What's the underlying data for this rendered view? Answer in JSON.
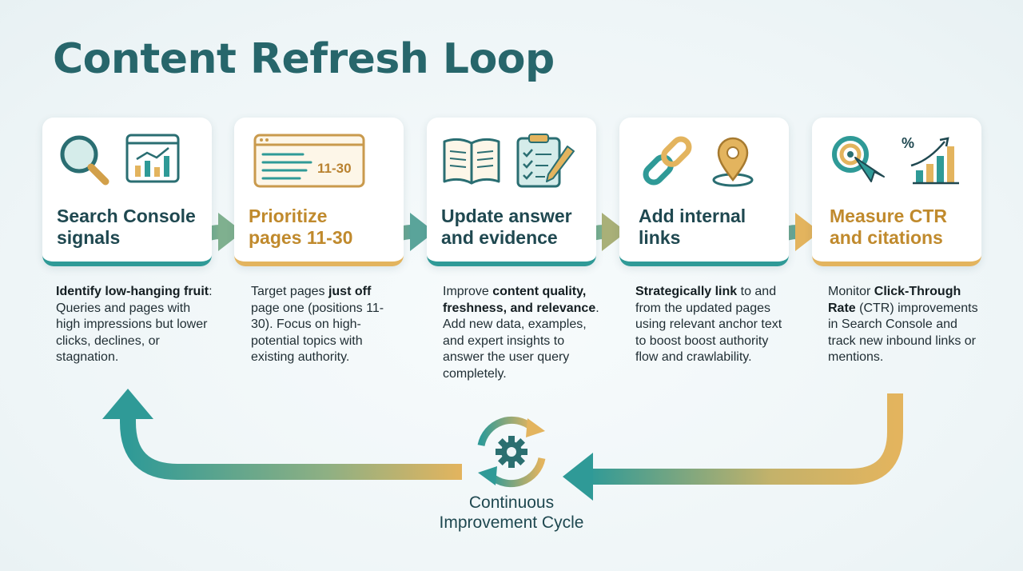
{
  "title": "Content Refresh Loop",
  "steps": [
    {
      "title_line1": "Search Console",
      "title_line2": "signals",
      "desc": [
        {
          "text": "Identify low-hanging fruit",
          "bold": true
        },
        {
          "text": ": Queries and pages with high impressions but lower clicks, declines, or stagnation.",
          "bold": false
        }
      ]
    },
    {
      "title_line1": "Prioritize",
      "title_line2": "pages 11-30",
      "badge": "11-30",
      "desc": [
        {
          "text": "Target pages ",
          "bold": false
        },
        {
          "text": "just off",
          "bold": true
        },
        {
          "text": " page one (positions 11-30). Focus on high-potential topics with existing authority.",
          "bold": false
        }
      ]
    },
    {
      "title_line1": "Update answer",
      "title_line2": "and evidence",
      "desc": [
        {
          "text": "Improve ",
          "bold": false
        },
        {
          "text": "content quality, freshness, and relevance",
          "bold": true
        },
        {
          "text": ". Add new data, examples, and expert insights to answer the user query completely.",
          "bold": false
        }
      ]
    },
    {
      "title_line1": "Add internal",
      "title_line2": "links",
      "desc": [
        {
          "text": "Strategically link",
          "bold": true
        },
        {
          "text": " to and from the updated pages using relevant anchor text to boost boost authority flow and crawlability.",
          "bold": false
        }
      ]
    },
    {
      "title_line1": "Measure CTR",
      "title_line2": "and citations",
      "desc": [
        {
          "text": "Monitor ",
          "bold": false
        },
        {
          "text": "Click-Through Rate",
          "bold": true
        },
        {
          "text": " (CTR) improvements in Search Console and track new inbound links or mentions.",
          "bold": false
        }
      ]
    }
  ],
  "cycle_label_line1": "Continuous",
  "cycle_label_line2": "Improvement Cycle",
  "colors": {
    "teal": "#2f9a97",
    "gold": "#e3b45e",
    "title": "#27666b",
    "dark": "#1f4850"
  },
  "icons": [
    "magnifier-icon",
    "chart-icon",
    "browser-list-icon",
    "open-book-icon",
    "checklist-clipboard-icon",
    "chain-link-icon",
    "map-pin-icon",
    "target-cursor-icon",
    "growth-chart-icon",
    "refresh-gear-icon"
  ]
}
